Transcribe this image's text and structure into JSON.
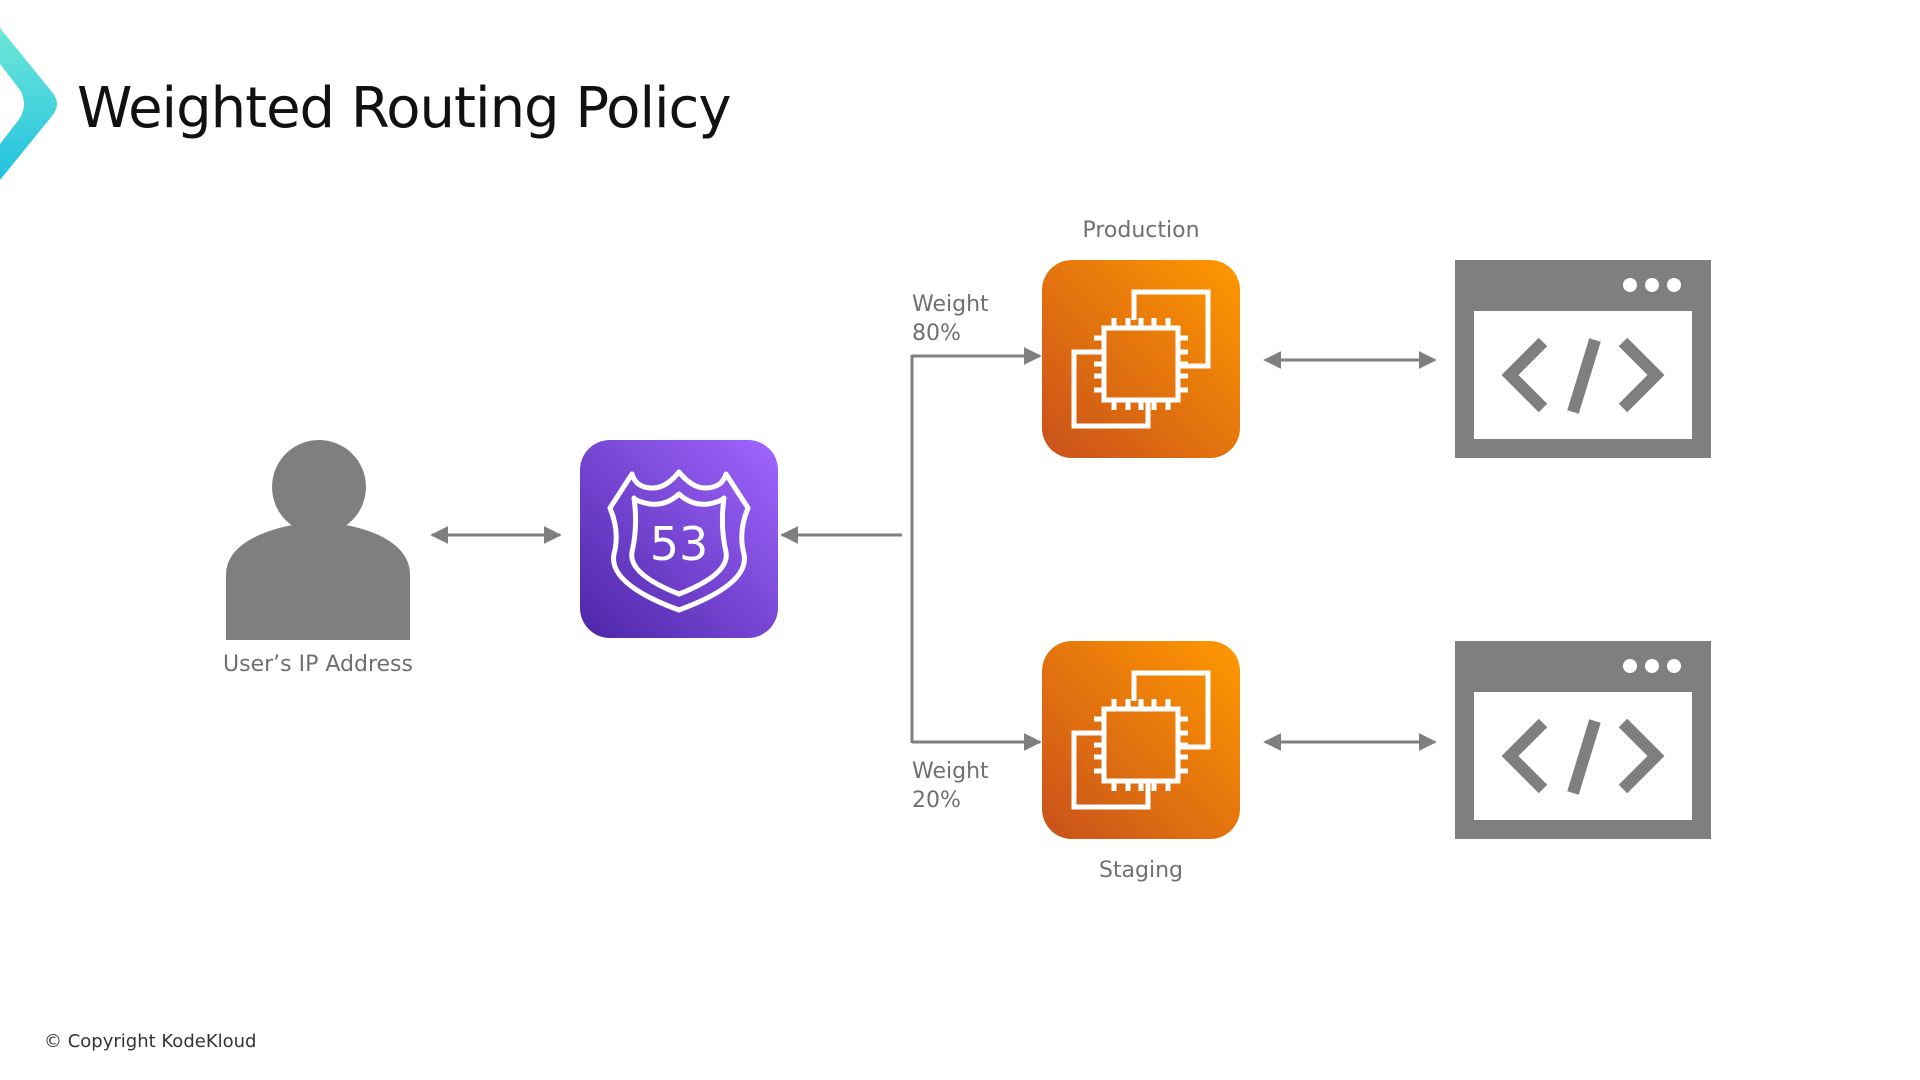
{
  "slide": {
    "title": "Weighted Routing Policy",
    "copyright": "© Copyright KodeKloud",
    "accent_gradient": [
      "#6EE7D8",
      "#22C1E0"
    ]
  },
  "diagram": {
    "user": {
      "label": "User’s IP Address",
      "icon": "user-icon",
      "color": "#7F7F80"
    },
    "dns": {
      "service": "Amazon Route 53",
      "badge_text": "53",
      "icon": "route53-shield-icon",
      "colors": [
        "#4D27A8",
        "#A166FF"
      ]
    },
    "targets": [
      {
        "name": "Production",
        "weight_label": "Weight",
        "weight_value": "80%",
        "weight_percent": 80,
        "icon": "ec2-instances-icon",
        "endpoint_icon": "browser-code-icon"
      },
      {
        "name": "Staging",
        "weight_label": "Weight",
        "weight_value": "20%",
        "weight_percent": 20,
        "icon": "ec2-instances-icon",
        "endpoint_icon": "browser-code-icon"
      }
    ],
    "ec2_colors": [
      "#C8511B",
      "#FF9900"
    ],
    "connector_color": "#7F7F80",
    "connections": [
      {
        "from": "user",
        "to": "dns",
        "direction": "bidirectional"
      },
      {
        "from": "Production",
        "to": "dns",
        "direction": "one-way"
      },
      {
        "from": "dns",
        "to": "Production",
        "direction": "one-way"
      },
      {
        "from": "dns",
        "to": "Staging",
        "direction": "one-way"
      },
      {
        "from": "Production",
        "to": "production-app",
        "direction": "bidirectional"
      },
      {
        "from": "Staging",
        "to": "staging-app",
        "direction": "bidirectional"
      }
    ]
  }
}
